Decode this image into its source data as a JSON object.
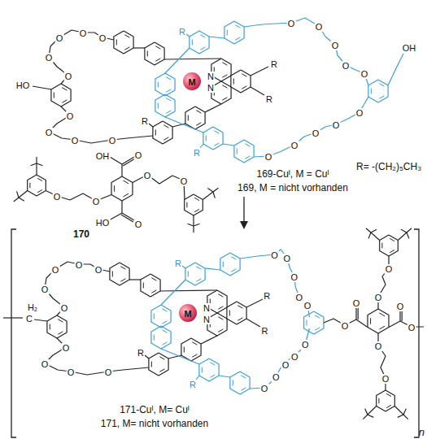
{
  "diagram": {
    "labels": [
      "HO",
      "O",
      "O",
      "O",
      "O",
      "O",
      "O",
      "O",
      "O",
      "O",
      "R",
      "R",
      "R",
      "R",
      "R",
      "N",
      "N",
      "M",
      "O",
      "O",
      "O",
      "O",
      "O",
      "O",
      "O",
      "O",
      "O",
      "O",
      "OH",
      "169-Cuᴵ, M = Cuᴵ",
      "169, M = nicht vorhanden",
      "R= -(CH₂)₅CH₃",
      "O",
      "OH",
      "O",
      "O",
      "O",
      "O",
      "HO",
      "O",
      "170",
      "H₂",
      "C",
      "O",
      "O",
      "O",
      "O",
      "O",
      "O",
      "O",
      "O",
      "O",
      "R",
      "R",
      "R",
      "R",
      "R",
      "N",
      "N",
      "M",
      "O",
      "O",
      "O",
      "O",
      "O",
      "O",
      "O",
      "O",
      "O",
      "O",
      "O",
      "O",
      "O",
      "O",
      "O",
      "O",
      "O",
      "O",
      "171-Cuᴵ, M= Cuᴵ",
      "171, M= nicht vorhanden",
      "n"
    ]
  }
}
